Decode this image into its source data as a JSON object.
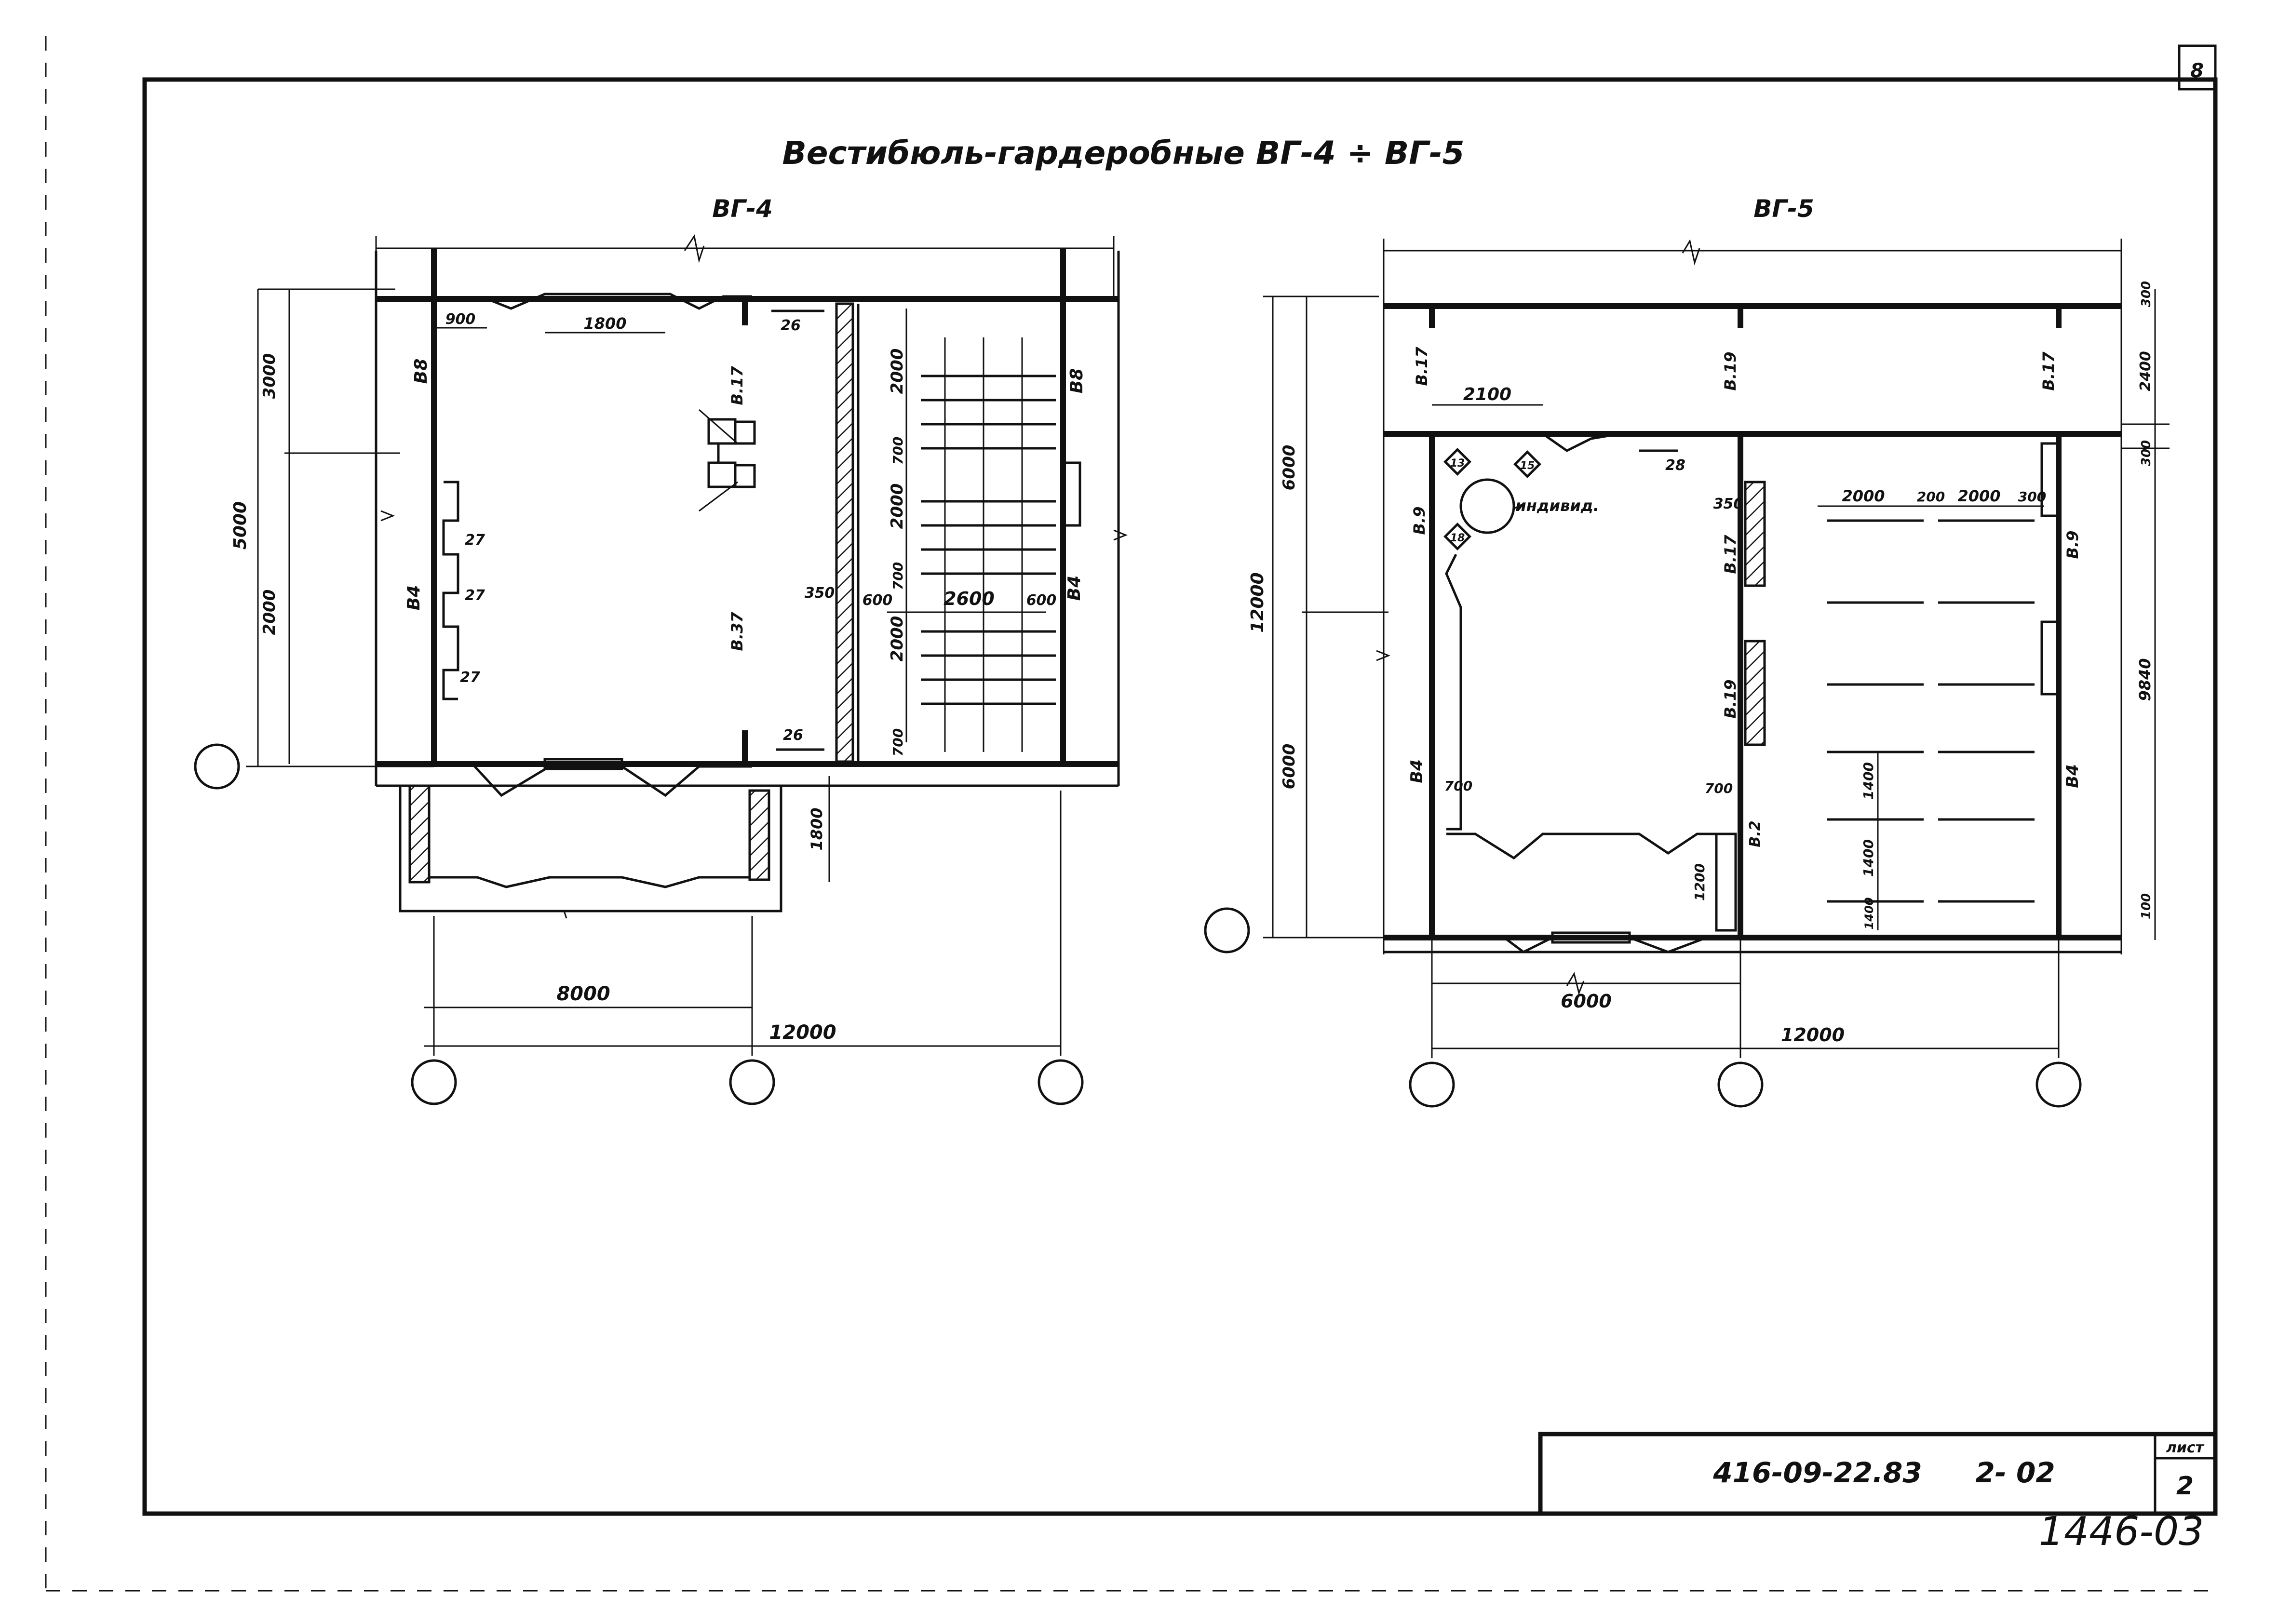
{
  "sheet": {
    "corner_mark": "8",
    "title": "Вестибюль-гардеробные ВГ-4 ÷ ВГ-5",
    "stamp": {
      "code": "416-09-22.83",
      "section": "2- 02",
      "sheet_label": "лист",
      "sheet_number": "2"
    },
    "archive_number": "1446-03"
  },
  "plan_vg4": {
    "label": "ВГ-4",
    "dims": {
      "d900": "900",
      "d1800": "1800",
      "d2600": "2600",
      "d600a": "600",
      "d600b": "600",
      "d350": "350",
      "d3000": "3000",
      "d5000": "5000",
      "d2000": "2000",
      "d1800v": "1800",
      "d8000": "8000",
      "d12000": "12000",
      "rack1": "2000",
      "rack2": "2000",
      "rack3": "2000",
      "g700a": "700",
      "g700b": "700",
      "g700c": "700"
    },
    "marks": {
      "b8_left": "В8",
      "b8_right": "В8",
      "b4_left": "В4",
      "b4_right": "В4",
      "b17": "В.17",
      "b37": "В.37",
      "n26_top": "26",
      "n26_bottom": "26",
      "n27a": "27",
      "n27b": "27",
      "n27c": "27"
    }
  },
  "plan_vg5": {
    "label": "ВГ-5",
    "dims": {
      "d2100": "2100",
      "d350": "350",
      "d2000a": "2000",
      "d200": "200",
      "d2000b": "2000",
      "d300": "300",
      "d700a": "700",
      "d700b": "700",
      "d6000": "6000",
      "d12000": "12000",
      "v6000a": "6000",
      "v12000": "12000",
      "v6000b": "6000",
      "v1200": "1200",
      "r300": "300",
      "r2400": "2400",
      "r9840": "9840",
      "r300b": "300",
      "r1400a": "1400",
      "r1400b": "1400",
      "r1400c": "1400",
      "r100": "100"
    },
    "marks": {
      "b17_left": "В.17",
      "b19_top": "В.19",
      "b17_right": "В.17",
      "b9_left": "В.9",
      "b9_right": "В.9",
      "b17_mid": "В.17",
      "b19_mid": "В.19",
      "b4_left": "В4",
      "b4_right": "В4",
      "b2": "В.2",
      "n28": "28",
      "individ": "индивид.",
      "d13": "13",
      "d15": "15",
      "d18": "18"
    }
  }
}
